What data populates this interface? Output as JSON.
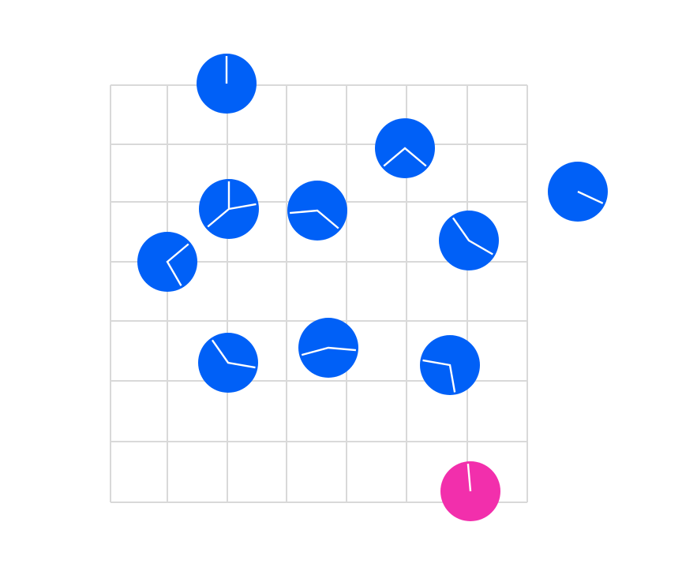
{
  "colors": {
    "background": "#ffffff",
    "grid": "#d9d9d9",
    "node": "#0060f7",
    "source_node": "#f22fac",
    "wire": "#ffffff"
  },
  "puzzle": {
    "type": "rotate-pipes",
    "grid_rows": 7,
    "grid_cols": 7,
    "nodes": [
      {
        "id": "n1",
        "role": "tile",
        "wire_angles_deg": [
          90
        ]
      },
      {
        "id": "n2",
        "role": "tile",
        "wire_angles_deg": [
          -40,
          -140
        ]
      },
      {
        "id": "n3",
        "role": "tile",
        "wire_angles_deg": [
          90,
          10,
          220
        ]
      },
      {
        "id": "n4",
        "role": "tile",
        "wire_angles_deg": [
          -40,
          185
        ]
      },
      {
        "id": "n5",
        "role": "tile",
        "wire_angles_deg": [
          -25
        ]
      },
      {
        "id": "n6",
        "role": "tile",
        "wire_angles_deg": [
          125,
          -30
        ]
      },
      {
        "id": "n7",
        "role": "tile",
        "wire_angles_deg": [
          40,
          -60
        ]
      },
      {
        "id": "n8",
        "role": "tile",
        "wire_angles_deg": [
          125,
          -10
        ]
      },
      {
        "id": "n9",
        "role": "tile",
        "wire_angles_deg": [
          -5,
          195
        ]
      },
      {
        "id": "n10",
        "role": "tile",
        "wire_angles_deg": [
          170,
          -80
        ]
      },
      {
        "id": "n11",
        "role": "source",
        "wire_angles_deg": [
          95
        ]
      }
    ]
  }
}
